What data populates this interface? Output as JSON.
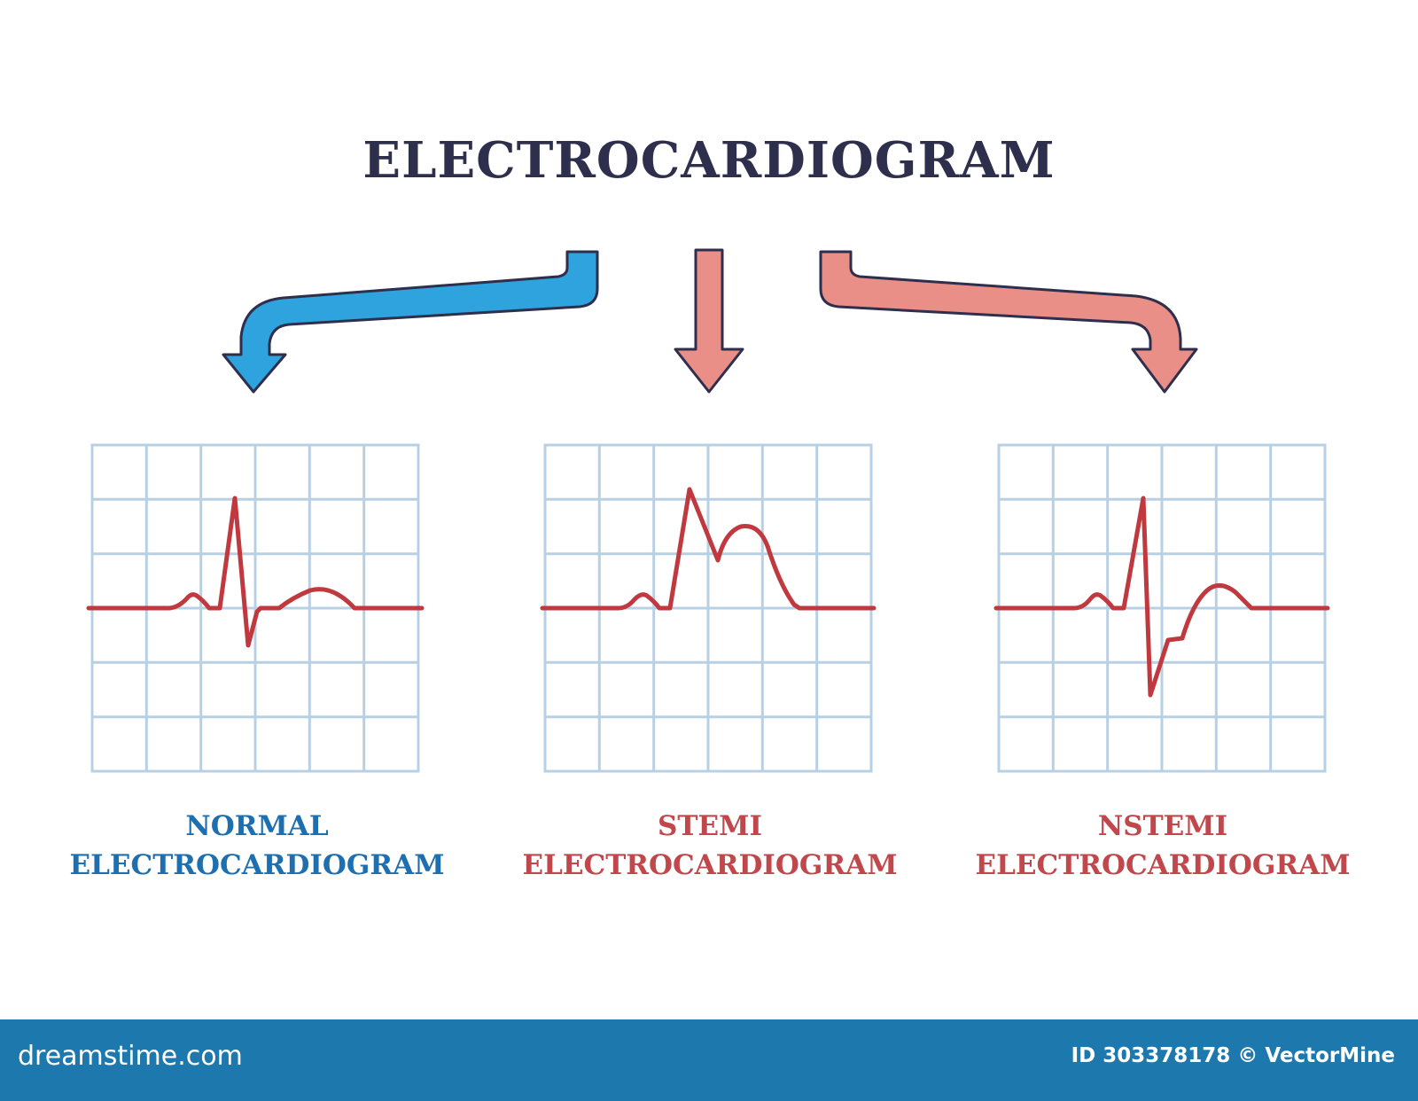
{
  "title": "ELECTROCARDIOGRAM",
  "panels": [
    {
      "id": "normal",
      "line1": "NORMAL",
      "line2": "ELECTROCARDIOGRAM",
      "label_color": "#1d6fb0"
    },
    {
      "id": "stemi",
      "line1": "STEMI",
      "line2": "ELECTROCARDIOGRAM",
      "label_color": "#c0474b"
    },
    {
      "id": "nstemi",
      "line1": "NSTEMI",
      "line2": "ELECTROCARDIOGRAM",
      "label_color": "#c0474b"
    }
  ],
  "colors": {
    "title": "#2e2f4d",
    "arrow_blue": "#2ea3de",
    "arrow_pink": "#ea8e88",
    "arrow_outline": "#2e2f4d",
    "grid": "#b8d0e4",
    "trace": "#c0393f",
    "footer": "#1d78ad"
  },
  "footer": {
    "brand": "dreamstime.com",
    "credit": "ID 303378178 © VectorMine"
  }
}
